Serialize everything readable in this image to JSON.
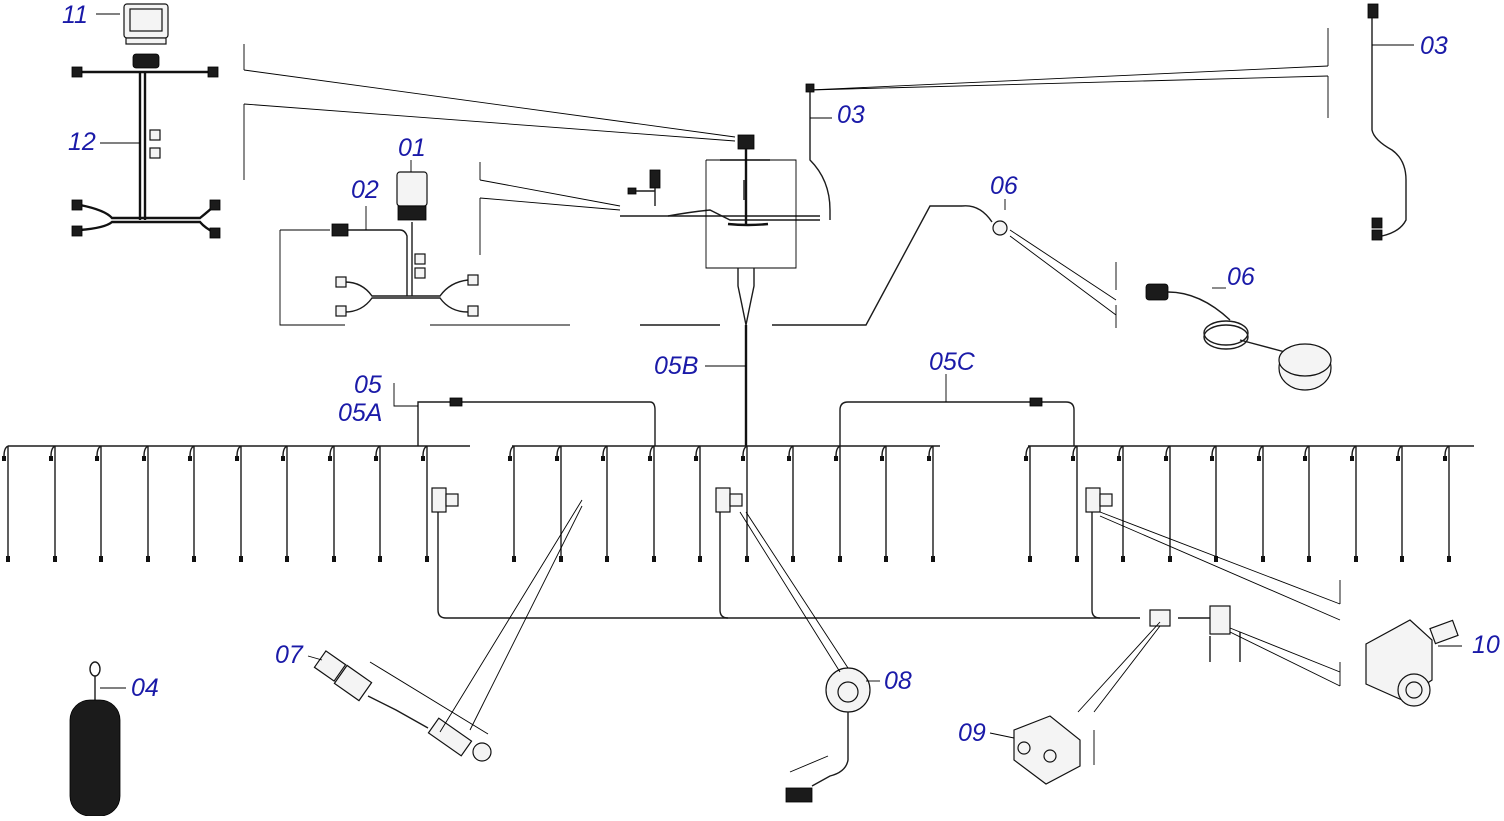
{
  "diagram": {
    "callouts": {
      "c11": "11",
      "c12": "12",
      "c01": "01",
      "c02": "02",
      "c03a": "03",
      "c03b": "03",
      "c06a": "06",
      "c06b": "06",
      "c05": "05",
      "c05a": "05A",
      "c05b": "05B",
      "c05c": "05C",
      "c07": "07",
      "c04": "04",
      "c08": "08",
      "c09": "09",
      "c10": "10"
    },
    "colors": {
      "callout": "#1a1aa8",
      "line": "#1b1b1b",
      "background": "#ffffff"
    }
  }
}
